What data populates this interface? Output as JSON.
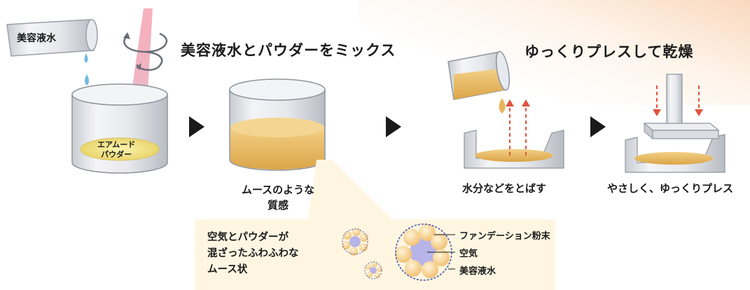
{
  "labels": {
    "cup": "美容液水",
    "powder": "エアムード\nパウダー",
    "step_mix_title": "美容液水とパウダーをミックス",
    "step_press_title": "ゆっくりプレスして乾燥",
    "mousse": "ムースのような\n質感",
    "evaporate": "水分などをとばす",
    "press": "やさしく、ゆっくりプレス",
    "callout": "空気とパウダーが\n混ざったふわふわな\nムース状",
    "legend_foundation": "ファンデーション粉末",
    "legend_air": "空気",
    "legend_serum": "美容液水"
  },
  "colors": {
    "mousse": "#e9b45a",
    "water_drop": "#74b9e2",
    "arrow_red": "#e0533d",
    "callout_bg": "#fff6e2",
    "air_core": "#b7b4e8"
  }
}
